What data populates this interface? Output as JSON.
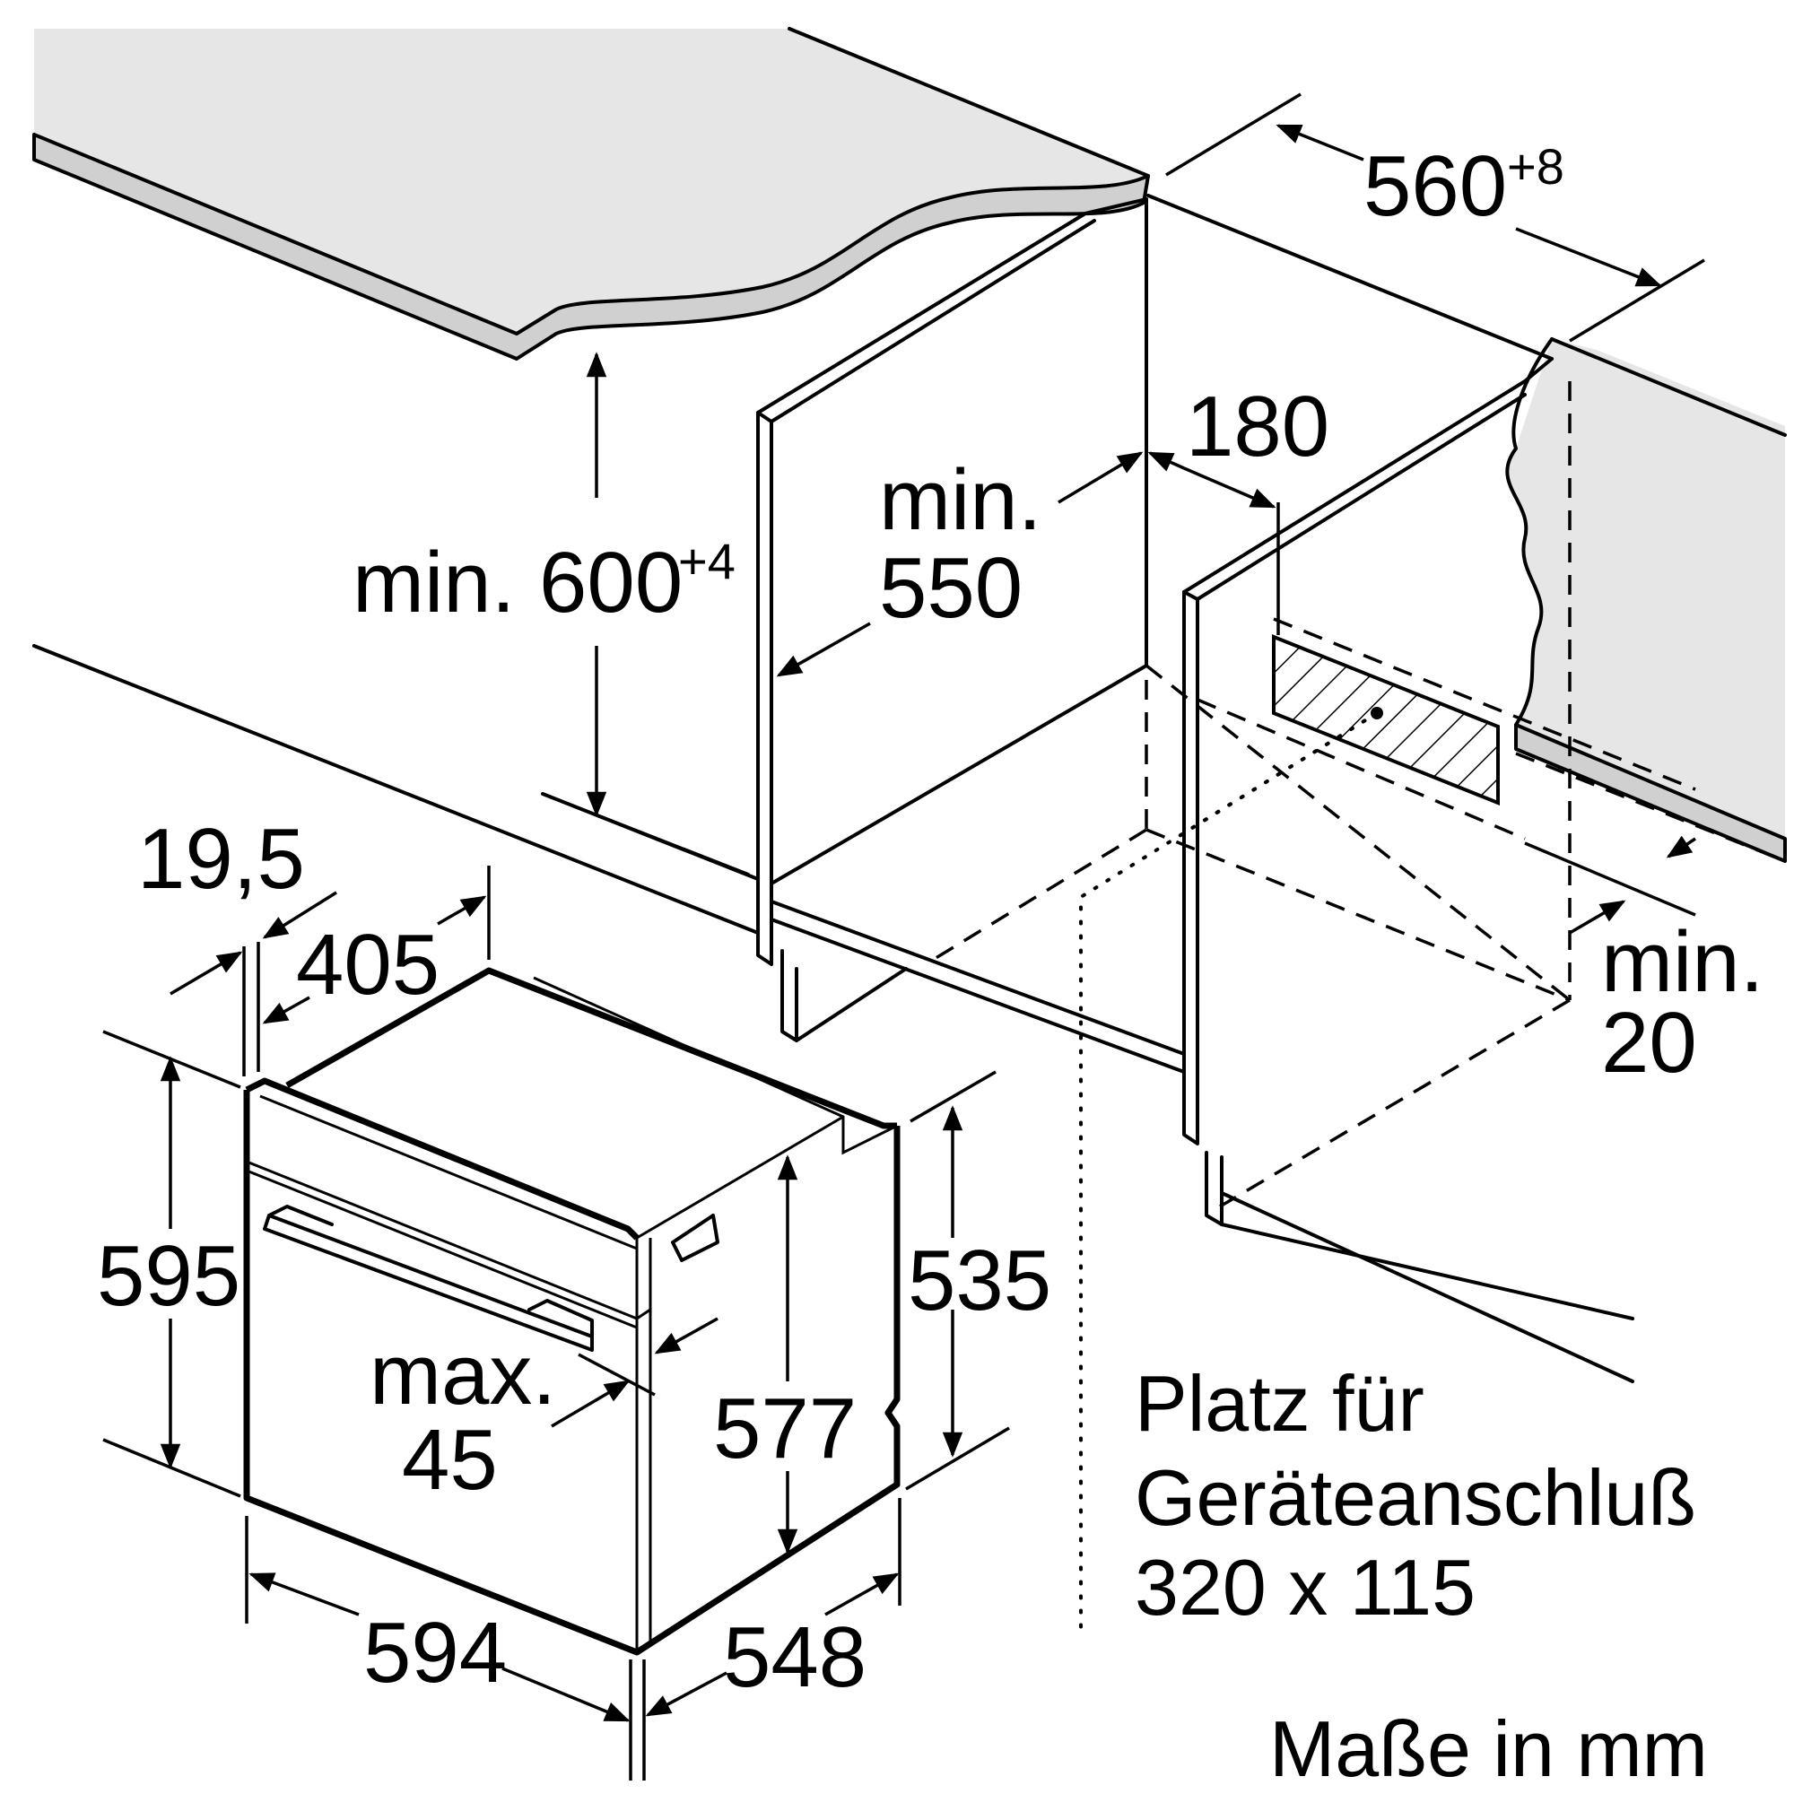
{
  "dimensions": {
    "cabinet_width": "560",
    "cabinet_width_tolerance": "+8",
    "cabinet_height": "min. 600",
    "cabinet_height_tolerance": "+4",
    "cabinet_depth_line1": "min.",
    "cabinet_depth_line2": "550",
    "socket_offset": "180",
    "rear_gap_line1": "min.",
    "rear_gap_line2": "20",
    "panel_thickness": "19,5",
    "door_top_depth": "405",
    "oven_height": "595",
    "oven_body_height": "535",
    "oven_inner_height": "577",
    "handle_projection_line1": "max.",
    "handle_projection_line2": "45",
    "oven_width": "594",
    "oven_depth": "548"
  },
  "notes": {
    "connection_line1": "Platz für",
    "connection_line2": "Geräteanschluß",
    "connection_line3": "320 x 115",
    "units": "Maße in mm"
  },
  "colors": {
    "worktop_fill": "#e6e6e6",
    "worktop_edge": "#d0d0d0",
    "line": "#000000"
  }
}
